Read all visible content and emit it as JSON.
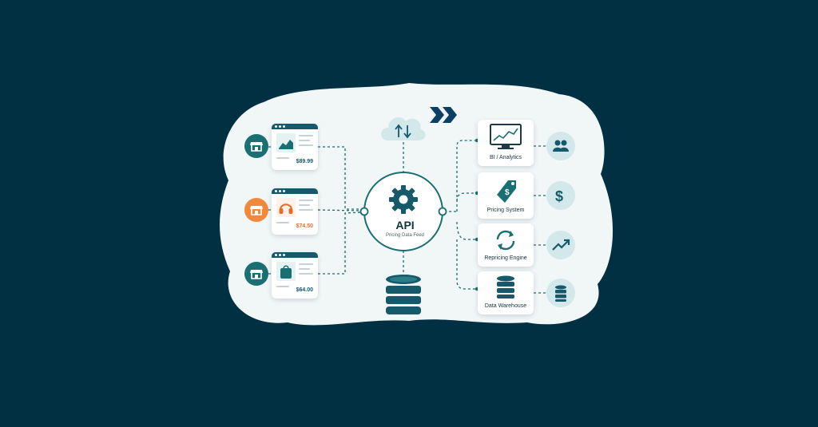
{
  "hub": {
    "title": "API",
    "subtitle": "Pricing Data Feed",
    "icon": "gear-icon"
  },
  "cloud": {
    "icon": "cloud-upload-download-icon"
  },
  "database": {
    "icon": "database-icon"
  },
  "logo": {
    "icon": "double-chevron-logo-icon"
  },
  "sources": [
    {
      "store_icon": "storefront-icon",
      "store_color": "#1a6f73",
      "product_icon": "chart-image-icon",
      "price": "$89.99",
      "price_color": "#15596a"
    },
    {
      "store_icon": "storefront-icon",
      "store_color": "#f0893b",
      "product_icon": "headphones-icon",
      "price": "$74.50",
      "price_color": "#e96a2e"
    },
    {
      "store_icon": "storefront-icon",
      "store_color": "#1a6f73",
      "product_icon": "shopping-bag-icon",
      "price": "$64.00",
      "price_color": "#15596a"
    }
  ],
  "destinations": [
    {
      "label": "BI / Analytics",
      "icon": "monitor-chart-icon",
      "side_icon": "users-icon"
    },
    {
      "label": "Pricing System",
      "icon": "price-tag-icon",
      "side_icon": "dollar-icon"
    },
    {
      "label": "Repricing Engine",
      "icon": "refresh-icon",
      "side_icon": "trend-up-icon"
    },
    {
      "label": "Data Warehouse",
      "icon": "database-icon",
      "side_icon": "database-icon"
    }
  ],
  "colors": {
    "background": "#003041",
    "blob": "#f1f6f7",
    "teal": "#1a6f73",
    "teal_dark": "#15596a",
    "orange": "#f0893b",
    "navy": "#0d3f64"
  }
}
